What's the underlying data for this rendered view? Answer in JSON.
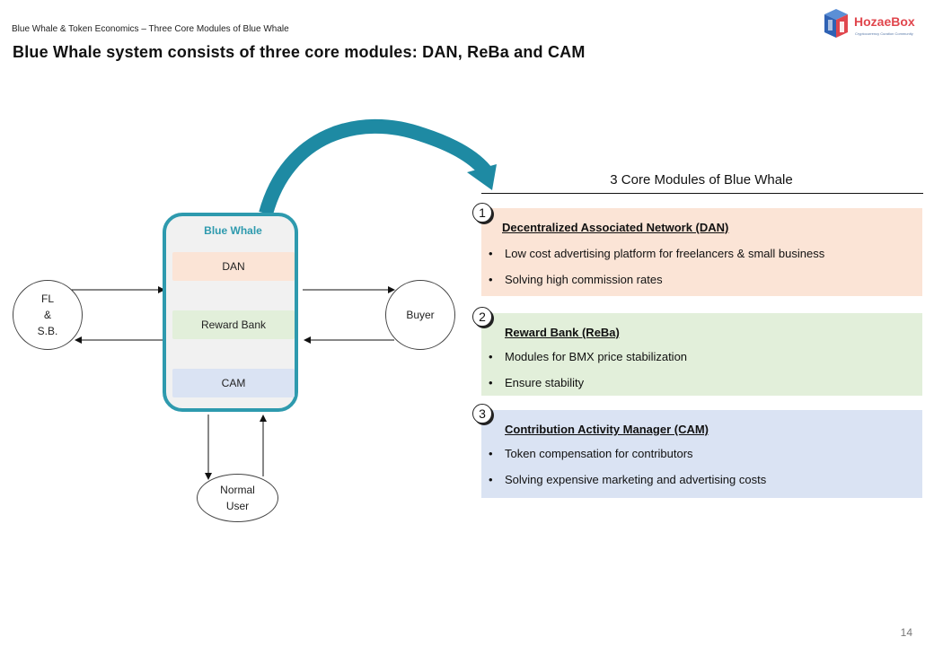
{
  "header": {
    "breadcrumb": "Blue Whale & Token Economics – Three Core Modules of Blue Whale",
    "title": "Blue Whale system consists of three core modules: DAN, ReBa and CAM",
    "logo_name": "HozaeBox",
    "logo_tagline": "Cryptocurrency Curation Community"
  },
  "diagram": {
    "system_title": "Blue Whale",
    "modules": [
      "DAN",
      "Reward Bank",
      "CAM"
    ],
    "actors": {
      "left": [
        "FL",
        "&",
        "S.B."
      ],
      "right": "Buyer",
      "bottom": [
        "Normal",
        "User"
      ]
    }
  },
  "core": {
    "title": "3 Core Modules of Blue Whale",
    "items": [
      {
        "number": "1",
        "heading": "Decentralized Associated Network (DAN)",
        "bullets": [
          "Low cost advertising platform for freelancers & small business",
          "Solving high commission rates"
        ]
      },
      {
        "number": "2",
        "heading": "Reward Bank (ReBa)",
        "bullets": [
          "Modules for BMX price stabilization",
          "Ensure stability"
        ]
      },
      {
        "number": "3",
        "heading": "Contribution Activity Manager (CAM)",
        "bullets": [
          "Token compensation for contributors",
          "Solving expensive marketing and advertising costs"
        ]
      }
    ]
  },
  "footer": {
    "page_number": "14"
  },
  "colors": {
    "accent": "#2e9aae",
    "dan": "#fbe4d6",
    "reba": "#e2efda",
    "cam": "#dae3f3",
    "logo": "#e0464d"
  }
}
